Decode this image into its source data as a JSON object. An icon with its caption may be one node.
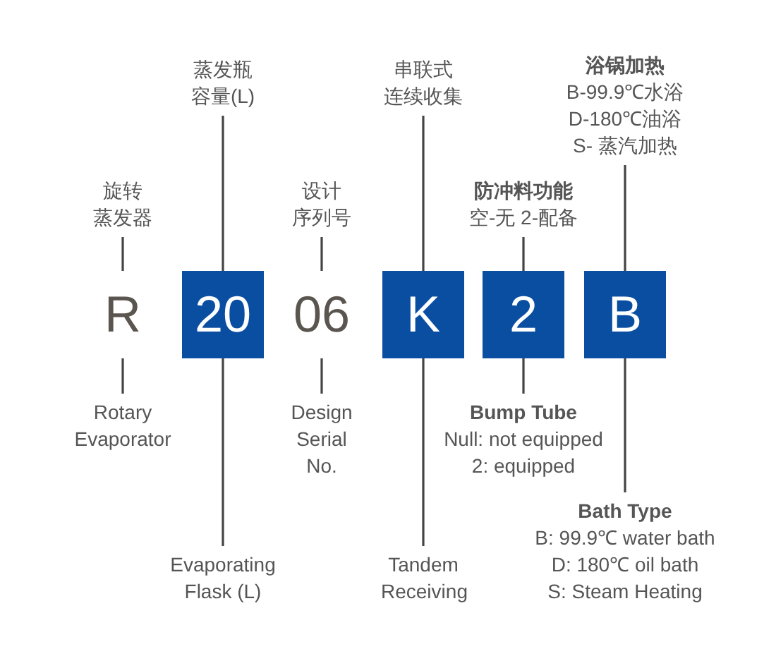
{
  "diagram": {
    "nodes": [
      {
        "text": [
          "旋转蒸发器"
        ]
      },
      {
        "text": [
          "蒸发瓶容量(L)"
        ]
      },
      {
        "text": [
          "设计序列号"
        ]
      },
      {
        "text": [
          "串联式连续收集"
        ]
      },
      {
        "text": [
          "防冲料功能",
          "空-无 2-配备"
        ]
      },
      {
        "text": [
          "浴锅加热",
          "B-99.9℃水浴",
          "D-180℃油浴",
          "S- 蒸汽加热"
        ]
      },
      {
        "text": [
          "R"
        ]
      },
      {
        "text": [
          "20"
        ]
      },
      {
        "text": [
          "06"
        ]
      },
      {
        "text": [
          "K"
        ]
      },
      {
        "text": [
          "2"
        ]
      },
      {
        "text": [
          "B"
        ]
      },
      {
        "text": [
          "Rotary Evaporator"
        ]
      },
      {
        "text": [
          "Evaporating Flask (L)"
        ]
      },
      {
        "text": [
          "Design Serial No."
        ]
      },
      {
        "text": [
          "Tandem Receiving"
        ]
      },
      {
        "text": [
          "Bump Tube",
          "Null: not equipped",
          "2: equipped"
        ]
      },
      {
        "text": [
          "Bath Type",
          "B: 99.9℃ water bath",
          "D: 180℃ oil bath",
          "S: Steam Heating"
        ]
      }
    ],
    "edges": [
      {
        "from": 0,
        "to": 6,
        "arrow": "none"
      },
      {
        "from": 1,
        "to": 7,
        "arrow": "none"
      },
      {
        "from": 2,
        "to": 8,
        "arrow": "none"
      },
      {
        "from": 3,
        "to": 9,
        "arrow": "none"
      },
      {
        "from": 4,
        "to": 10,
        "arrow": "none"
      },
      {
        "from": 5,
        "to": 11,
        "arrow": "none"
      },
      {
        "from": 12,
        "to": 6,
        "arrow": "none"
      },
      {
        "from": 13,
        "to": 7,
        "arrow": "none"
      },
      {
        "from": 14,
        "to": 8,
        "arrow": "none"
      },
      {
        "from": 15,
        "to": 9,
        "arrow": "none"
      },
      {
        "from": 16,
        "to": 10,
        "arrow": "none"
      },
      {
        "from": 17,
        "to": 11,
        "arrow": "none"
      }
    ]
  }
}
